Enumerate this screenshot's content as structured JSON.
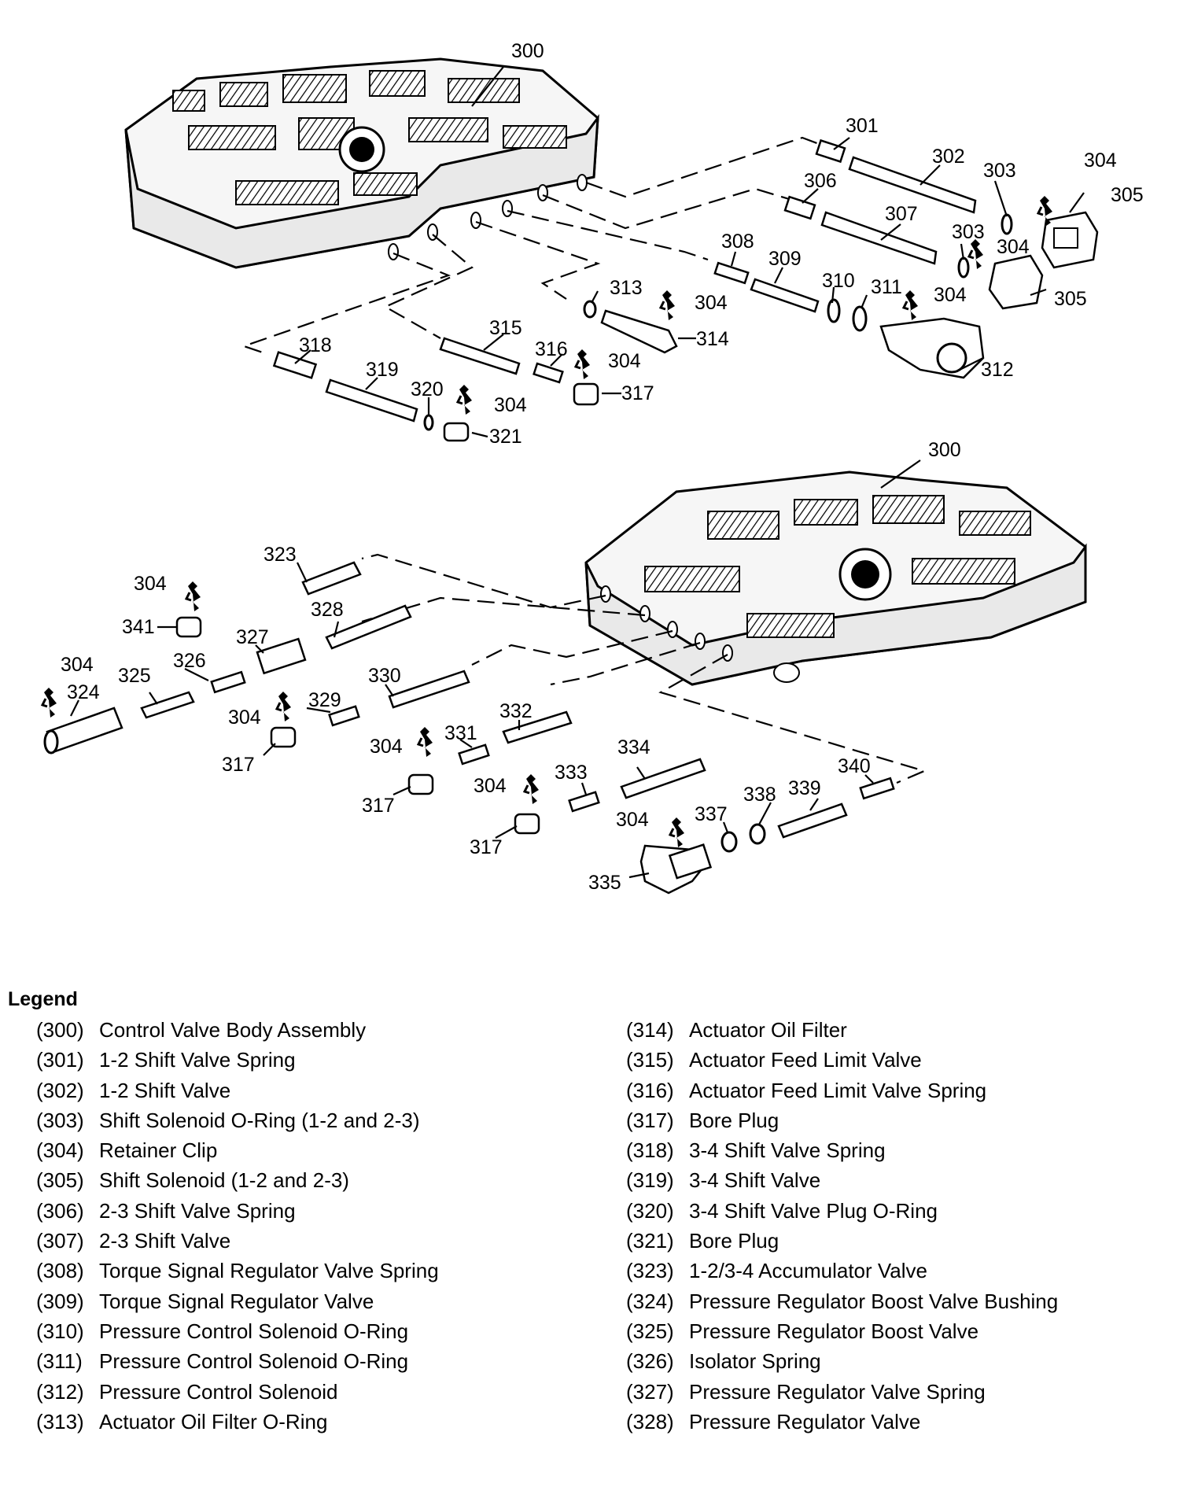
{
  "callouts": {
    "c300a": "300",
    "c301": "301",
    "c302": "302",
    "c303a": "303",
    "c304a": "304",
    "c305a": "305",
    "c306": "306",
    "c307": "307",
    "c303b": "303",
    "c304b": "304",
    "c305b": "305",
    "c308": "308",
    "c309": "309",
    "c310": "310",
    "c311": "311",
    "c304c": "304",
    "c312": "312",
    "c313": "313",
    "c304d": "304",
    "c314": "314",
    "c315": "315",
    "c316": "316",
    "c304e": "304",
    "c317a": "317",
    "c318": "318",
    "c319": "319",
    "c320": "320",
    "c304f": "304",
    "c321": "321",
    "c300b": "300",
    "c323": "323",
    "c304g": "304",
    "c341": "341",
    "c328": "328",
    "c327": "327",
    "c326": "326",
    "c304h": "304",
    "c324": "324",
    "c325": "325",
    "c329": "329",
    "c330": "330",
    "c304i": "304",
    "c317b": "317",
    "c332": "332",
    "c331": "331",
    "c304j": "304",
    "c317c": "317",
    "c334": "334",
    "c333": "333",
    "c304k": "304",
    "c317d": "317",
    "c340": "340",
    "c339": "339",
    "c338": "338",
    "c337": "337",
    "c304l": "304",
    "c335": "335"
  },
  "legend": {
    "title": "Legend",
    "left": [
      {
        "num": "(300)",
        "label": "Control Valve Body Assembly"
      },
      {
        "num": "(301)",
        "label": "1-2 Shift Valve Spring"
      },
      {
        "num": "(302)",
        "label": "1-2 Shift Valve"
      },
      {
        "num": "(303)",
        "label": "Shift Solenoid O-Ring (1-2 and 2-3)"
      },
      {
        "num": "(304)",
        "label": "Retainer Clip"
      },
      {
        "num": "(305)",
        "label": "Shift Solenoid (1-2 and 2-3)"
      },
      {
        "num": "(306)",
        "label": "2-3 Shift Valve Spring"
      },
      {
        "num": "(307)",
        "label": "2-3 Shift Valve"
      },
      {
        "num": "(308)",
        "label": "Torque Signal Regulator Valve Spring"
      },
      {
        "num": "(309)",
        "label": "Torque Signal Regulator Valve"
      },
      {
        "num": "(310)",
        "label": "Pressure Control Solenoid O-Ring"
      },
      {
        "num": "(311)",
        "label": "Pressure Control Solenoid O-Ring"
      },
      {
        "num": "(312)",
        "label": "Pressure Control Solenoid"
      },
      {
        "num": "(313)",
        "label": "Actuator Oil Filter O-Ring"
      }
    ],
    "right": [
      {
        "num": "(314)",
        "label": "Actuator Oil Filter"
      },
      {
        "num": "(315)",
        "label": "Actuator Feed Limit Valve"
      },
      {
        "num": "(316)",
        "label": "Actuator Feed Limit Valve Spring"
      },
      {
        "num": "(317)",
        "label": "Bore Plug"
      },
      {
        "num": "(318)",
        "label": "3-4 Shift Valve Spring"
      },
      {
        "num": "(319)",
        "label": "3-4 Shift Valve"
      },
      {
        "num": "(320)",
        "label": "3-4 Shift Valve Plug O-Ring"
      },
      {
        "num": "(321)",
        "label": "Bore Plug"
      },
      {
        "num": "(323)",
        "label": "1-2/3-4 Accumulator Valve"
      },
      {
        "num": "(324)",
        "label": "Pressure Regulator Boost Valve Bushing"
      },
      {
        "num": "(325)",
        "label": "Pressure Regulator Boost Valve"
      },
      {
        "num": "(326)",
        "label": "Isolator Spring"
      },
      {
        "num": "(327)",
        "label": "Pressure Regulator Valve Spring"
      },
      {
        "num": "(328)",
        "label": "Pressure Regulator Valve"
      }
    ]
  }
}
